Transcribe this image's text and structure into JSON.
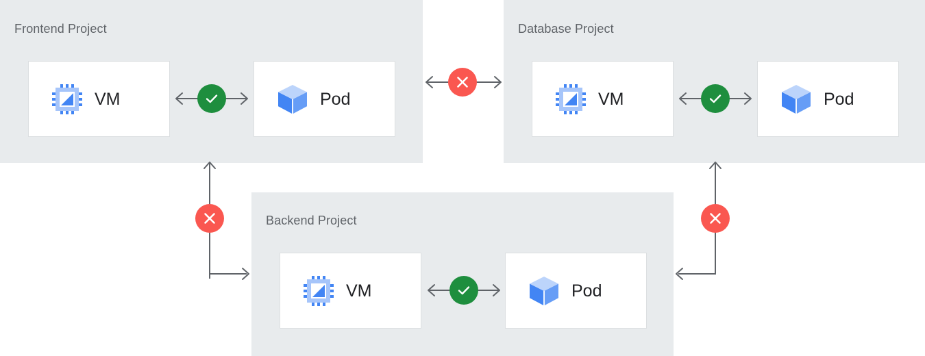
{
  "diagram": {
    "title_visible": false,
    "colors": {
      "panel_bg": "#e8ebed",
      "page_bg": "#ffffff",
      "card_bg": "#ffffff",
      "card_border": "#dcdfe1",
      "panel_title_text": "#5f6368",
      "card_label_text": "#202124",
      "connector_line": "#5f6368",
      "allowed_badge": "#1e8e3e",
      "blocked_badge": "#fa5750",
      "vm_icon_blue": "#4285f4",
      "vm_icon_blue_light": "#a6c5fa",
      "pod_icon_top": "#bcd4fb",
      "pod_icon_left": "#4285f4",
      "pod_icon_right": "#669df6"
    },
    "projects": [
      {
        "id": "frontend",
        "title": "Frontend Project",
        "resources": [
          {
            "id": "frontend-vm",
            "label": "VM",
            "icon": "vm-chip-icon"
          },
          {
            "id": "frontend-pod",
            "label": "Pod",
            "icon": "pod-cube-icon"
          }
        ],
        "internal_link": {
          "status": "allowed",
          "icon": "check-circle-icon"
        }
      },
      {
        "id": "database",
        "title": "Database Project",
        "resources": [
          {
            "id": "database-vm",
            "label": "VM",
            "icon": "vm-chip-icon"
          },
          {
            "id": "database-pod",
            "label": "Pod",
            "icon": "pod-cube-icon"
          }
        ],
        "internal_link": {
          "status": "allowed",
          "icon": "check-circle-icon"
        }
      },
      {
        "id": "backend",
        "title": "Backend Project",
        "resources": [
          {
            "id": "backend-vm",
            "label": "VM",
            "icon": "vm-chip-icon"
          },
          {
            "id": "backend-pod",
            "label": "Pod",
            "icon": "pod-cube-icon"
          }
        ],
        "internal_link": {
          "status": "allowed",
          "icon": "check-circle-icon"
        }
      }
    ],
    "cross_project_links": [
      {
        "id": "frontend-database",
        "from": "frontend",
        "to": "database",
        "status": "blocked",
        "icon": "x-circle-icon",
        "direction": "bidirectional"
      },
      {
        "id": "frontend-backend",
        "from": "backend",
        "to": "frontend",
        "status": "blocked",
        "icon": "x-circle-icon",
        "direction": "bidirectional"
      },
      {
        "id": "database-backend",
        "from": "backend",
        "to": "database",
        "status": "blocked",
        "icon": "x-circle-icon",
        "direction": "bidirectional"
      }
    ]
  }
}
